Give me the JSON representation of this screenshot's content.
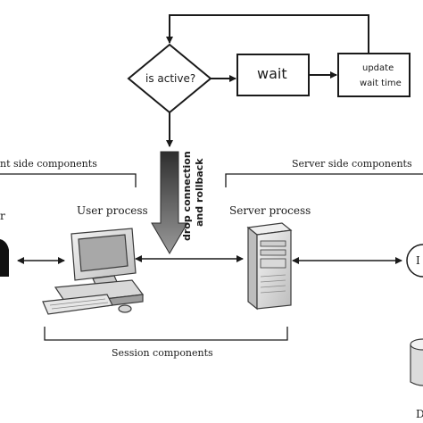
{
  "flow": {
    "decision": "is active?",
    "wait": "wait",
    "update_line1": "update",
    "update_line2": "wait time",
    "drop_line1": "drop connection",
    "drop_line2": "and rollback"
  },
  "groups": {
    "client_side": "nt side components",
    "server_side": "Server side components",
    "session": "Session components"
  },
  "nodes": {
    "user_fragment": "r",
    "user_process": "User process",
    "server_process": "Server process",
    "circle_fragment": "I",
    "db_fragment": "D"
  },
  "colors": {
    "line": "#1a1a1a",
    "thick_arrow_top": "#2e2e2e",
    "thick_arrow_bottom": "#9a9a9a",
    "device_fill": "#e3e3e3"
  },
  "icons": {
    "computer": "desktop-computer-icon",
    "server": "server-tower-icon",
    "database": "database-cylinder-icon",
    "user": "user-silhouette-icon"
  }
}
